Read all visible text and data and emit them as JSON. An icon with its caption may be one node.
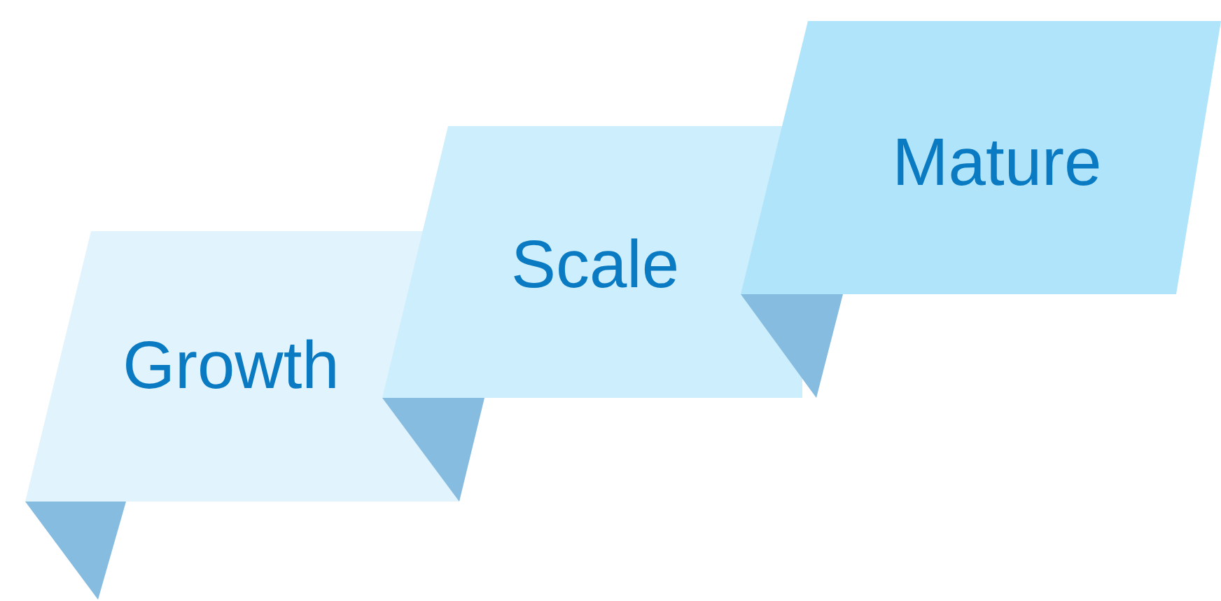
{
  "diagram": {
    "nodes": [
      {
        "text": [
          "Growth"
        ]
      },
      {
        "text": [
          "Scale"
        ]
      },
      {
        "text": [
          "Mature"
        ]
      }
    ]
  }
}
